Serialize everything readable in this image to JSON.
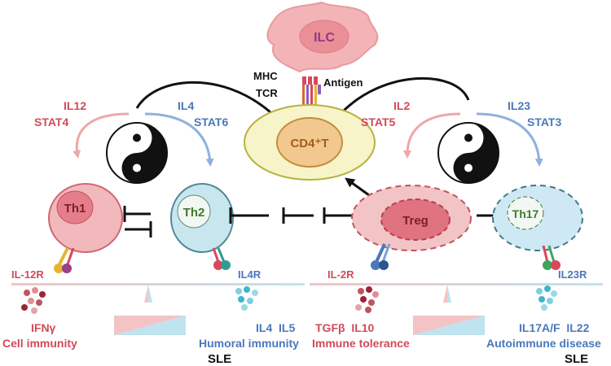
{
  "ilc": {
    "label": "ILC"
  },
  "cd4": {
    "label": "CD4⁺T"
  },
  "receptors": {
    "mhc": "MHC",
    "tcr": "TCR",
    "antigen": "Antigen"
  },
  "left_pathway": {
    "th1_signal": {
      "cytokine": "IL12",
      "stat": "STAT4"
    },
    "th2_signal": {
      "cytokine": "IL4",
      "stat": "STAT6"
    }
  },
  "right_pathway": {
    "treg_signal": {
      "cytokine": "IL2",
      "stat": "STAT5"
    },
    "th17_signal": {
      "cytokine": "IL23",
      "stat": "STAT3"
    }
  },
  "cells": {
    "th1": "Th1",
    "th2": "Th2",
    "treg": "Treg",
    "th17": "Th17"
  },
  "cell_receptors": {
    "th1": "IL-12R",
    "th2": "IL4R",
    "treg": "IL-2R",
    "th17": "IL23R"
  },
  "outputs": {
    "th1_cytokine": "IFNγ",
    "th1_function": "Cell immunity",
    "th2_cytokines": "IL4  IL5",
    "th2_function": "Humoral immunity",
    "treg_cytokines": "TGFβ  IL10",
    "treg_function": "Immune tolerance",
    "th17_cytokines": "IL17A/F  IL22",
    "th17_function": "Autoimmune disease"
  },
  "disease": {
    "left": "SLE",
    "right": "SLE"
  },
  "colors": {
    "th1_red": "#cf4b5a",
    "th2_blue": "#4a78bb",
    "cd4_yellow": "#f6f4c8",
    "ilc_pink": "#f3b4b8"
  }
}
